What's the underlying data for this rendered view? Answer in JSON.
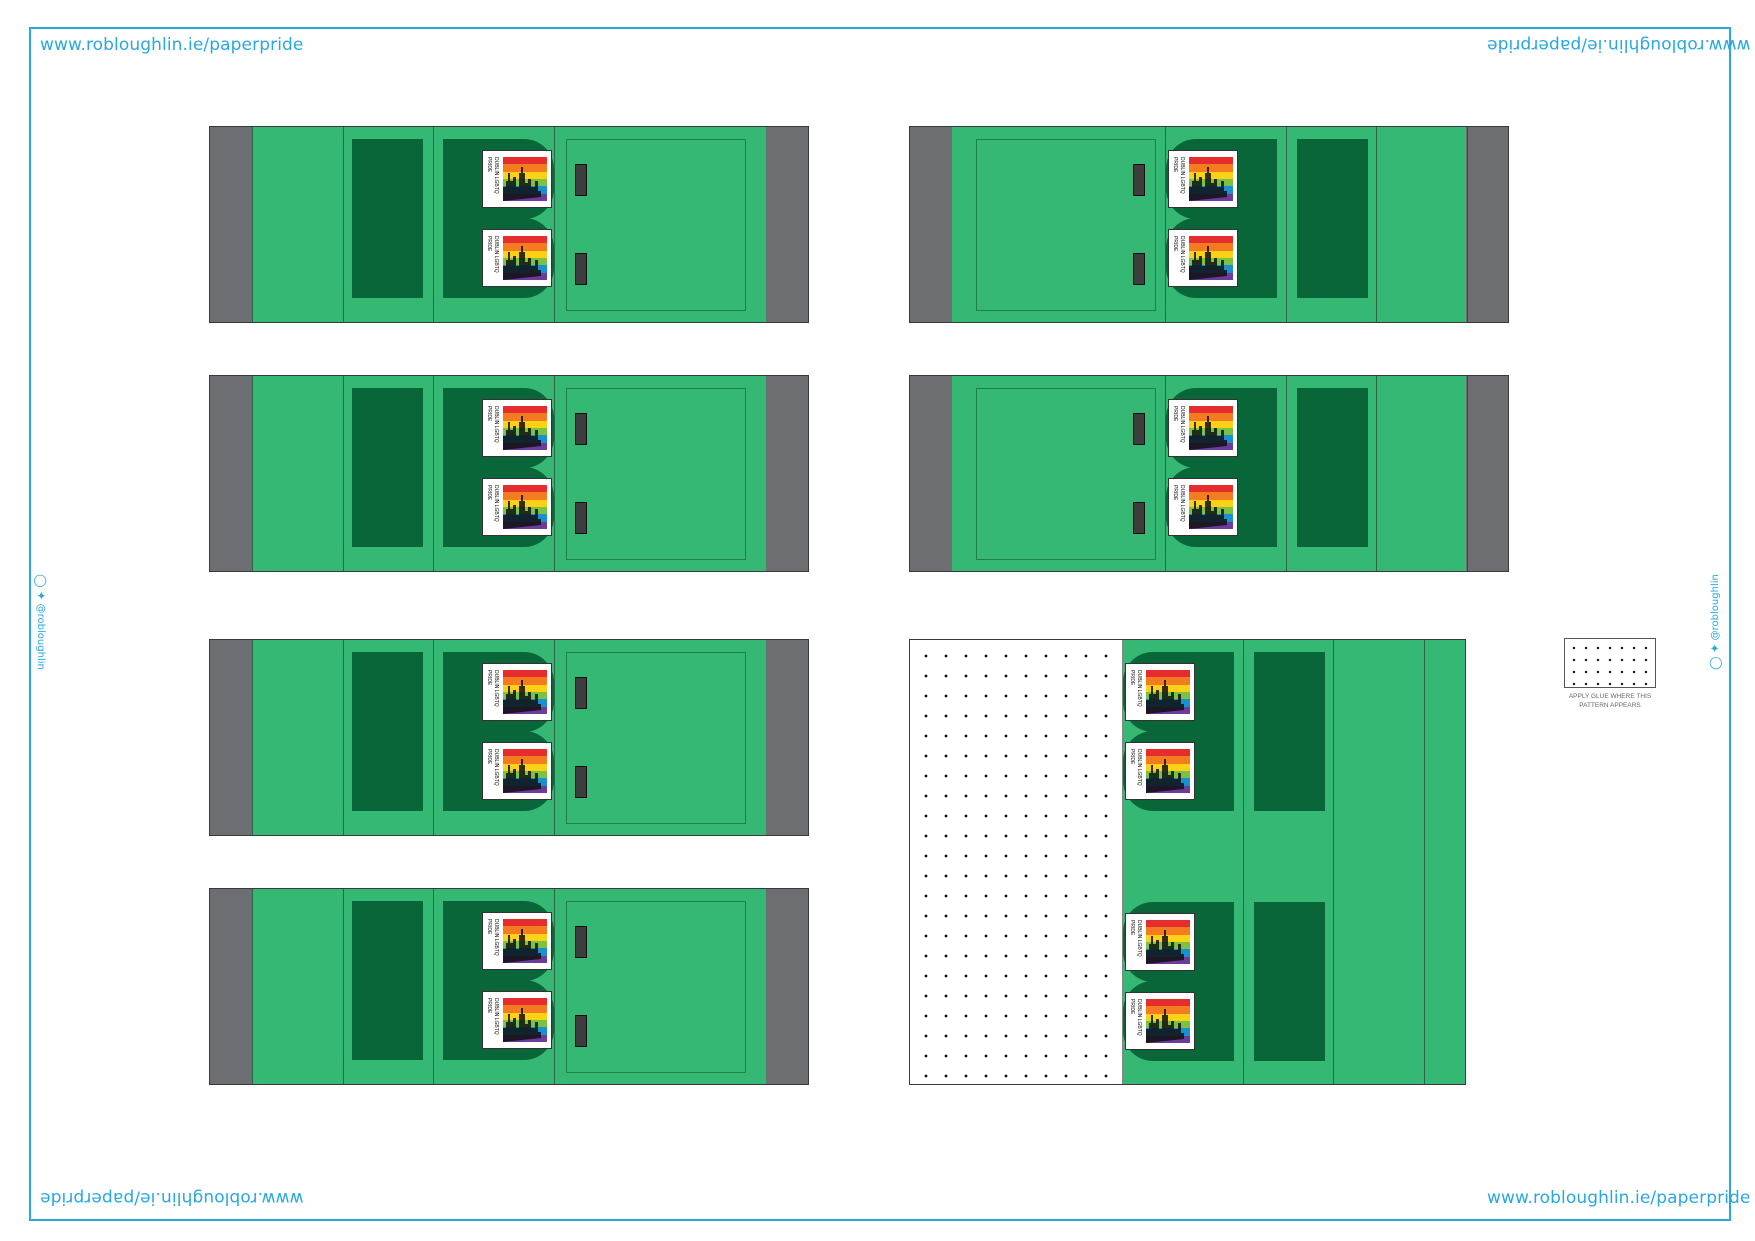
{
  "page": {
    "url": "www.robloughlin.ie/paperpride",
    "social_handle": "@robloughlin",
    "social_icons": [
      "instagram-icon",
      "twitter-icon"
    ],
    "glue_caption": "APPLY GLUE WHERE THIS PATTERN APPEARS",
    "poster_text": "DUBLIN LGBTQ PRIDE"
  },
  "colors": {
    "frame_border": "#29a8e0",
    "tram_green": "#35b874",
    "window_green": "#096638",
    "end_strip_grey": "#6d6e71",
    "handle": "#3d3d3d",
    "rainbow": [
      "#e52d2d",
      "#f47b20",
      "#fcd116",
      "#7cc242",
      "#1a8fd1",
      "#6c3b9c"
    ]
  },
  "pieces": [
    {
      "kind": "standard"
    },
    {
      "kind": "standard"
    },
    {
      "kind": "standard"
    },
    {
      "kind": "standard"
    },
    {
      "kind": "standard"
    },
    {
      "kind": "standard"
    },
    {
      "kind": "glued-end"
    }
  ]
}
